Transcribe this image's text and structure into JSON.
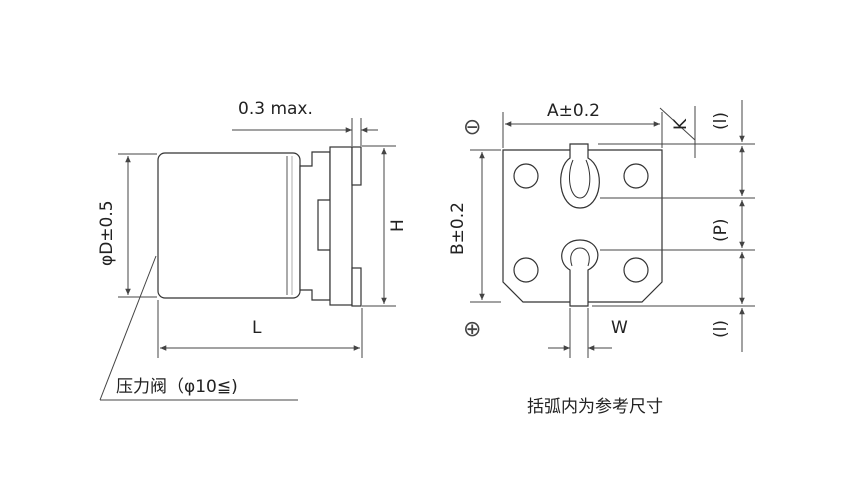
{
  "side_view": {
    "max_gap_label": "0.3 max.",
    "diameter_label": "φD±0.5",
    "height_label": "H",
    "length_label": "L",
    "vent_note": "压力阀（φ10≦)"
  },
  "top_view": {
    "width_label": "A±0.2",
    "k_label": "K",
    "depth_label": "B±0.2",
    "terminal_width_label": "W",
    "pitch_label": "(P)",
    "lead_top_label": "(l)",
    "lead_bottom_label": "(l)",
    "minus_symbol": "⊖",
    "plus_symbol": "⊕",
    "note": "括弧内为参考尺寸"
  }
}
